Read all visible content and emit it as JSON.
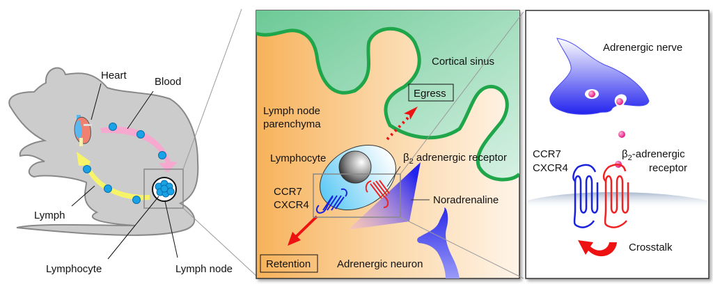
{
  "panel_left": {
    "labels": {
      "heart": "Heart",
      "blood": "Blood",
      "lymph": "Lymph",
      "lymphocyte": "Lymphocyte",
      "lymph_node": "Lymph node"
    }
  },
  "panel_middle": {
    "labels": {
      "cortical_sinus": "Cortical sinus",
      "egress": "Egress",
      "parenchyma_line1": "Lymph node",
      "parenchyma_line2": "parenchyma",
      "lymphocyte": "Lymphocyte",
      "beta2_prefix": "β",
      "beta2_sub": "2",
      "beta2_rest": " adrenergic receptor",
      "ccr7": "CCR7",
      "cxcr4": "CXCR4",
      "noradrenaline": "Noradrenaline",
      "retention": "Retention",
      "adrenergic_neuron": "Adrenergic neuron"
    }
  },
  "panel_right": {
    "labels": {
      "adrenergic_nerve": "Adrenergic nerve",
      "ccr7": "CCR7",
      "cxcr4": "CXCR4",
      "beta2_prefix": "β",
      "beta2_sub": "2",
      "beta2_rest": "-adrenergic",
      "receptor": "receptor",
      "crosstalk": "Crosstalk"
    }
  },
  "colors": {
    "mouse_fill": "#cccccc",
    "mouse_stroke": "#888888",
    "blood_arrow": "#f7a8cf",
    "lymph_arrow": "#f8f46a",
    "cell_blue": "#1aa2e6",
    "sinus_green": "#1fa54a",
    "parenchyma_orange": "#f8b55a",
    "receptor_red": "#ee2222",
    "receptor_blue": "#1a22dd",
    "neuron_blue": "#3a3af0",
    "vesicle_pink": "#ee3399"
  }
}
